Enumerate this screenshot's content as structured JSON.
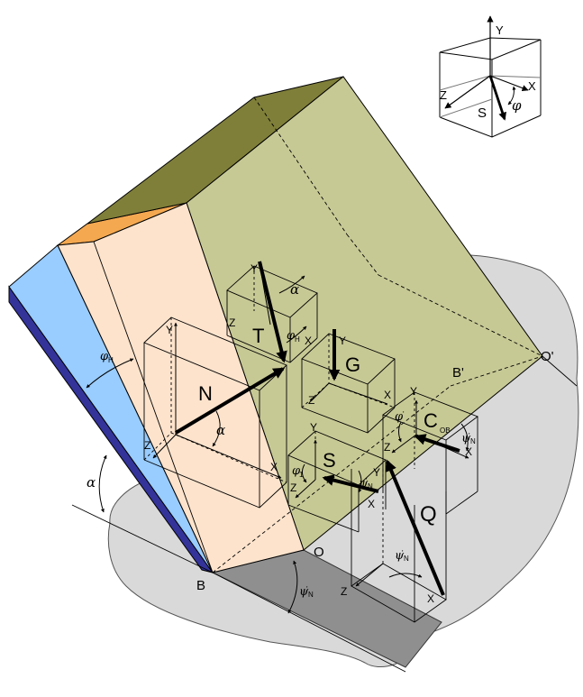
{
  "colors": {
    "ground": "#d9d9d9",
    "ground_dark": "#8f8f8f",
    "top_face": "#7f7f3a",
    "side_green": "#c7c995",
    "front_peach": "#fde3cc",
    "blue_light": "#99ccff",
    "blue_dark": "#333399",
    "orange": "#f4a850",
    "vector": "#000000"
  },
  "legend": {
    "y": "Y",
    "z": "Z",
    "x": "X",
    "s": "S",
    "phi": "φ"
  },
  "points": {
    "B": "B",
    "O": "O",
    "B_prime": "B'",
    "O_prime": "O'"
  },
  "forces": {
    "N": "N",
    "T": "T",
    "G": "G",
    "S": "S",
    "Q": "Q",
    "C": "C",
    "C_sub": "ОВ"
  },
  "angles": {
    "alpha": "α",
    "phi": "φ",
    "phi_H": "Н",
    "phi_1": "1",
    "psi": "ψ",
    "psi_N": "N",
    "psi_prime": "'"
  },
  "axes": {
    "x": "X",
    "y": "Y",
    "z": "Z"
  }
}
